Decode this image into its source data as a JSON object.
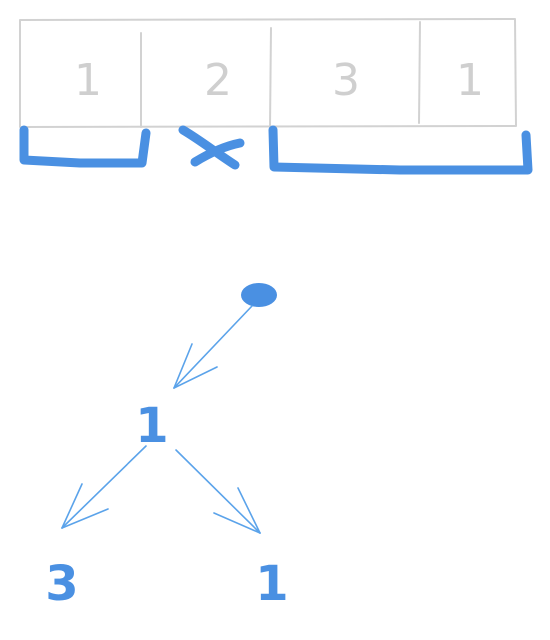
{
  "colors": {
    "grid": "#d2d2d2",
    "cell_text": "#cfcfcf",
    "accent": "#4a90e2",
    "tree_line": "#5ba3ea"
  },
  "array": {
    "cells": [
      "1",
      "2",
      "3",
      "1"
    ]
  },
  "groups": [
    {
      "kind": "bracket",
      "covers": [
        0
      ]
    },
    {
      "kind": "excluded",
      "covers": [
        1
      ]
    },
    {
      "kind": "bracket",
      "covers": [
        2,
        3
      ]
    }
  ],
  "tree": {
    "root": {
      "label": "",
      "children": [
        {
          "label": "1",
          "children": [
            {
              "label": "3",
              "children": []
            },
            {
              "label": "1",
              "children": []
            }
          ]
        }
      ]
    }
  }
}
